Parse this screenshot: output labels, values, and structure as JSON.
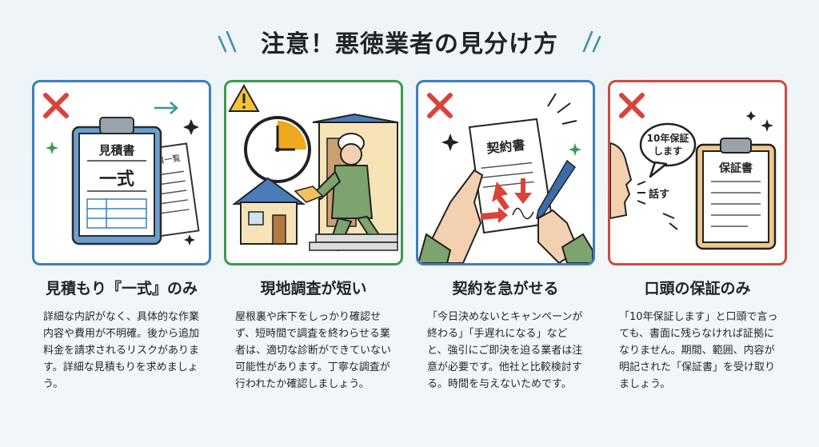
{
  "title": "注意！悪徳業者の見分け方",
  "cards": [
    {
      "heading": "見積もり『一式』のみ",
      "body": "詳細な内訳がなく、具体的な作業内容や費用が不明確。後から追加料金を請求されるリスクがあります。詳細な見積もりを求めましょう。",
      "illustration": {
        "doc_title": "見積書",
        "doc_main": "一式",
        "back_doc": "項目一覧"
      },
      "accent": "#3b7fbf",
      "mark_icon": "x-mark-icon"
    },
    {
      "heading": "現地調査が短い",
      "body": "屋根裏や床下をしっかり確認せず、短時間で調査を終わらせる業者は、適切な診断ができていない可能性があります。丁寧な調査が行われたか確認しましょう。",
      "illustration": {},
      "accent": "#3a9a4f",
      "mark_icon": "warning-icon"
    },
    {
      "heading": "契約を急がせる",
      "body": "「今日決めないとキャンペーンが終わる」「手遅れになる」などと、強引にご即決を迫る業者は注意が必要です。他社と比較検討する。時間を与えないためです。",
      "illustration": {
        "doc_title": "契約書"
      },
      "accent": "#3b7fbf",
      "mark_icon": "x-mark-icon"
    },
    {
      "heading": "口頭の保証のみ",
      "body": "「10年保証します」と口頭で言っても、書面に残らなければ証拠になりません。期間、範囲、内容が明記された「保証書」を受け取りましょう。",
      "illustration": {
        "bubble_line1": "10年保証",
        "bubble_line2": "します",
        "speak_label": "話す",
        "doc_title": "保証書"
      },
      "accent": "#cc4b3f",
      "mark_icon": "x-mark-icon"
    }
  ]
}
